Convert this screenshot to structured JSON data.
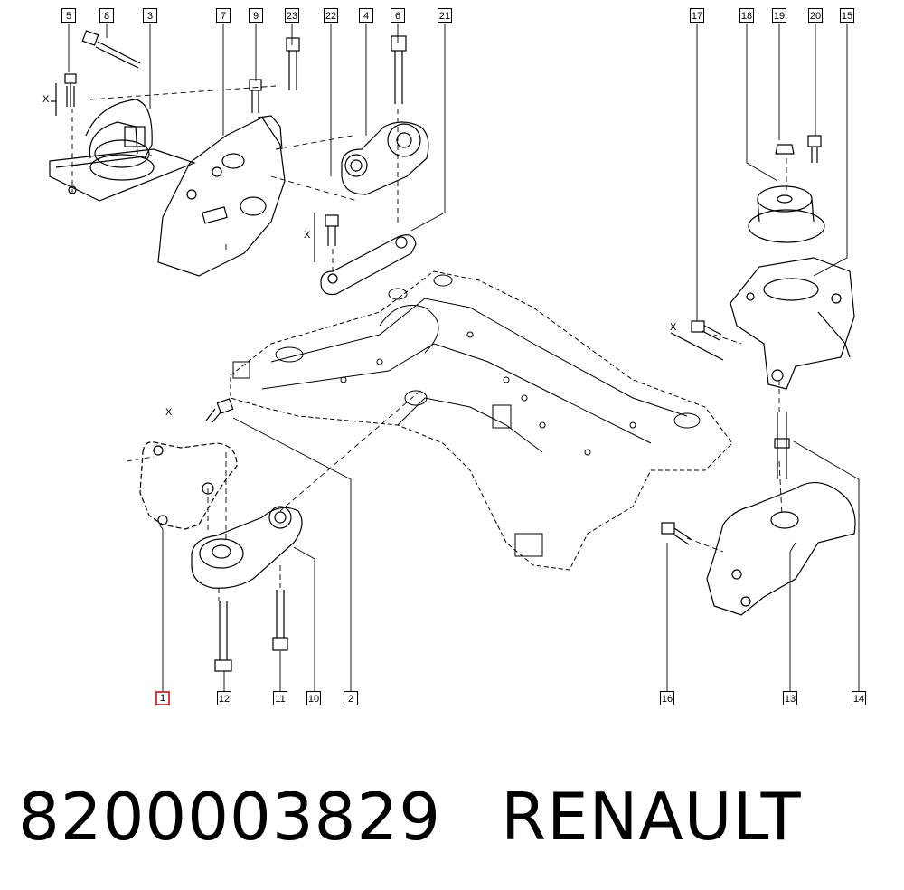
{
  "diagram": {
    "callouts": [
      "1",
      "2",
      "3",
      "4",
      "5",
      "6",
      "7",
      "8",
      "9",
      "10",
      "11",
      "12",
      "13",
      "14",
      "15",
      "16",
      "17",
      "18",
      "19",
      "20",
      "21",
      "22",
      "23"
    ],
    "highlighted": "1",
    "dimension_label": "X"
  },
  "footer": {
    "part_number": "8200003829",
    "brand": "RENAULT"
  },
  "colors": {
    "line": "#000000",
    "highlight": "#d04040",
    "background": "#ffffff"
  }
}
